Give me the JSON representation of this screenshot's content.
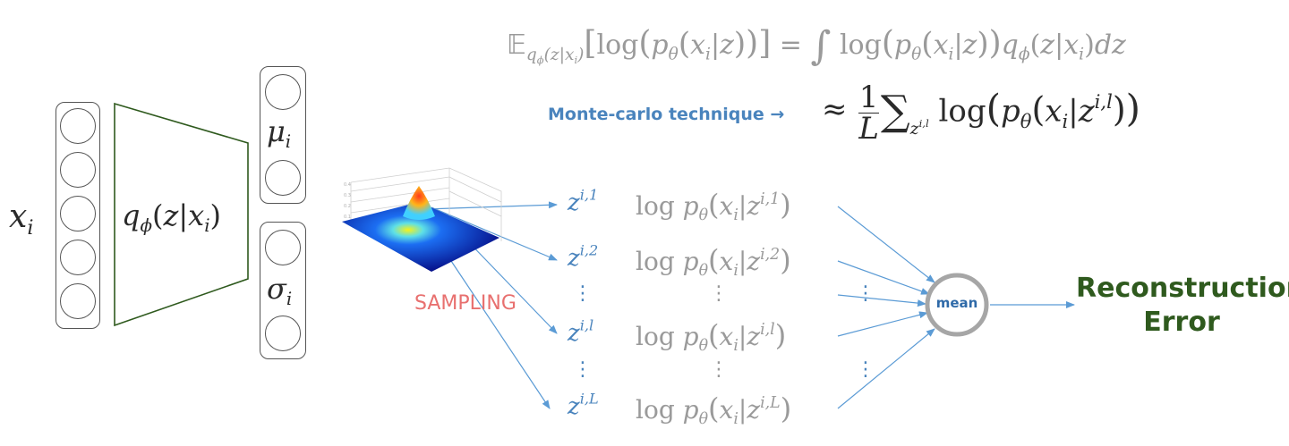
{
  "input_label": "x_i",
  "encoder_label": "q_ϕ(z|x_i)",
  "mu_label": "μ_i",
  "sigma_label": "σ_i",
  "sampling_label": "SAMPLING",
  "monte_carlo_label": "Monte-carlo technique",
  "monte_carlo_arrow": "→",
  "mean_label": "mean",
  "output_label_line1": "Reconstruction",
  "output_label_line2": "Error",
  "expectation_lhs": "E_{q_ϕ(z|x_i)}[log(p_θ(x_i|z))]",
  "expectation_rhs": "∫ log(p_θ(x_i|z)) q_ϕ(z|x_i) dz",
  "approx_formula": "≈ (1/L) Σ_{z^{i,l}} log(p_θ(x_i|z^{i,l}))",
  "samples": [
    {
      "z_sup": "i,1",
      "log_term": "log p_θ(x_i|z^{i,1})"
    },
    {
      "z_sup": "i,2",
      "log_term": "log p_θ(x_i|z^{i,2})"
    },
    {
      "z_sup": "i,l",
      "log_term": "log p_θ(x_i|z^{i,l})"
    },
    {
      "z_sup": "i,L",
      "log_term": "log p_θ(x_i|z^{i,L})"
    }
  ],
  "colors": {
    "arrow": "#5b9bd5",
    "sampling": "#e8706f",
    "output": "#2f5a1e",
    "formula_gray": "#9a9a9a",
    "encoder_outline": "#2f5a1e"
  },
  "icons": [
    "gaussian-surface-plot",
    "arrow-right"
  ]
}
